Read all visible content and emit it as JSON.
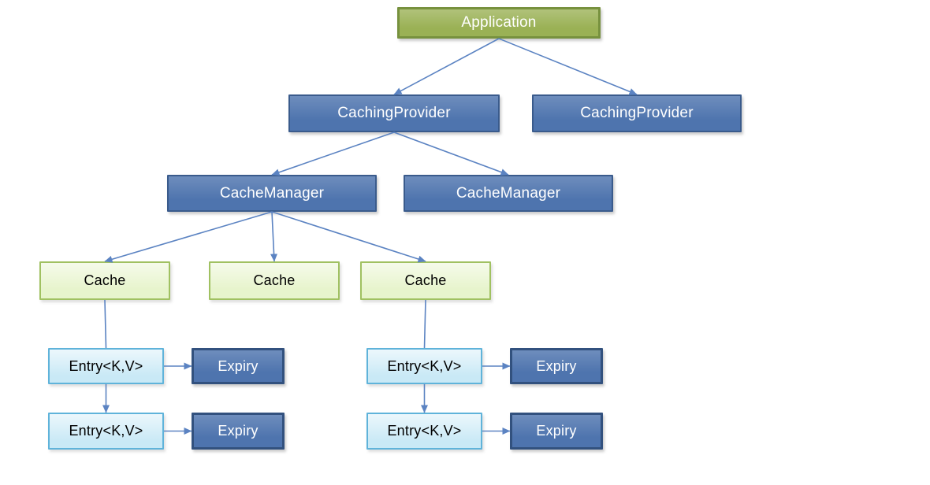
{
  "diagram": {
    "description": "JCache / caching API object hierarchy diagram",
    "nodes": [
      {
        "id": "application",
        "label": "Application",
        "style": "green"
      },
      {
        "id": "caching-provider-left",
        "label": "CachingProvider",
        "style": "blue"
      },
      {
        "id": "caching-provider-right",
        "label": "CachingProvider",
        "style": "blue"
      },
      {
        "id": "cache-manager-left",
        "label": "CacheManager",
        "style": "blue"
      },
      {
        "id": "cache-manager-right",
        "label": "CacheManager",
        "style": "blue"
      },
      {
        "id": "cache-1",
        "label": "Cache",
        "style": "light-green"
      },
      {
        "id": "cache-2",
        "label": "Cache",
        "style": "light-green"
      },
      {
        "id": "cache-3",
        "label": "Cache",
        "style": "light-green"
      },
      {
        "id": "entry-left-1",
        "label": "Entry<K,V>",
        "style": "light-blue"
      },
      {
        "id": "expiry-left-1",
        "label": "Expiry",
        "style": "dark-blue"
      },
      {
        "id": "entry-left-2",
        "label": "Entry<K,V>",
        "style": "light-blue"
      },
      {
        "id": "expiry-left-2",
        "label": "Expiry",
        "style": "dark-blue"
      },
      {
        "id": "entry-right-1",
        "label": "Entry<K,V>",
        "style": "light-blue"
      },
      {
        "id": "expiry-right-1",
        "label": "Expiry",
        "style": "dark-blue"
      },
      {
        "id": "entry-right-2",
        "label": "Entry<K,V>",
        "style": "light-blue"
      },
      {
        "id": "expiry-right-2",
        "label": "Expiry",
        "style": "dark-blue"
      }
    ],
    "edges": [
      {
        "from": "application",
        "to": "caching-provider-left",
        "from_side": "bottom",
        "to_side": "top",
        "arrow": true
      },
      {
        "from": "application",
        "to": "caching-provider-right",
        "from_side": "bottom",
        "to_side": "top",
        "arrow": true
      },
      {
        "from": "caching-provider-left",
        "to": "cache-manager-left",
        "from_side": "bottom",
        "to_side": "top",
        "arrow": true
      },
      {
        "from": "caching-provider-left",
        "to": "cache-manager-right",
        "from_side": "bottom",
        "to_side": "top",
        "arrow": true
      },
      {
        "from": "cache-manager-left",
        "to": "cache-1",
        "from_side": "bottom",
        "to_side": "top",
        "arrow": true
      },
      {
        "from": "cache-manager-left",
        "to": "cache-2",
        "from_side": "bottom",
        "to_side": "top",
        "arrow": true
      },
      {
        "from": "cache-manager-left",
        "to": "cache-3",
        "from_side": "bottom",
        "to_side": "top",
        "arrow": true
      },
      {
        "from": "cache-1",
        "to": "entry-left-1",
        "from_side": "bottom",
        "to_side": "top",
        "arrow": false
      },
      {
        "from": "entry-left-1",
        "to": "expiry-left-1",
        "from_side": "right",
        "to_side": "left",
        "arrow": true
      },
      {
        "from": "entry-left-1",
        "to": "entry-left-2",
        "from_side": "bottom",
        "to_side": "top",
        "arrow": true
      },
      {
        "from": "entry-left-2",
        "to": "expiry-left-2",
        "from_side": "right",
        "to_side": "left",
        "arrow": true
      },
      {
        "from": "cache-3",
        "to": "entry-right-1",
        "from_side": "bottom",
        "to_side": "top",
        "arrow": false
      },
      {
        "from": "entry-right-1",
        "to": "expiry-right-1",
        "from_side": "right",
        "to_side": "left",
        "arrow": true
      },
      {
        "from": "entry-right-1",
        "to": "entry-right-2",
        "from_side": "bottom",
        "to_side": "top",
        "arrow": true
      },
      {
        "from": "entry-right-2",
        "to": "expiry-right-2",
        "from_side": "right",
        "to_side": "left",
        "arrow": true
      }
    ],
    "colors": {
      "green_fill": "#9ab155",
      "green_border": "#77913e",
      "blue_fill": "#4e74ae",
      "blue_border": "#3a5b8c",
      "dark_blue_border": "#32517e",
      "light_green_fill": "#e7f4cc",
      "light_green_border": "#a0c161",
      "light_blue_fill": "#c9e9f6",
      "light_blue_border": "#5fb3da",
      "arrow": "#5b83c2",
      "text_on_dark": "#ffffff",
      "text_on_light": "#000000"
    }
  }
}
